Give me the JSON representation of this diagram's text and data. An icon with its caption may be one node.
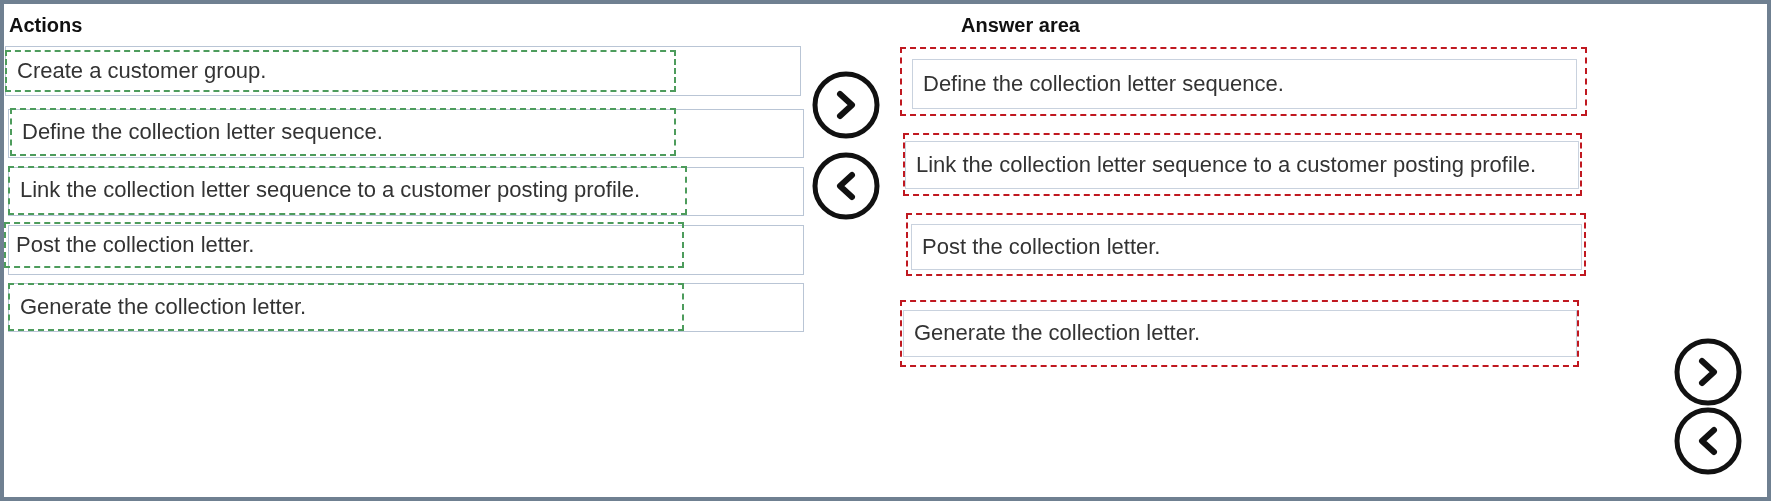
{
  "diagram": {
    "nodes": [
      {
        "text": [
          "Create a customer group."
        ]
      },
      {
        "text": [
          "Define the collection letter sequence."
        ]
      },
      {
        "text": [
          "Link the collection letter sequence to a customer posting profile."
        ]
      },
      {
        "text": [
          "Post the collection letter."
        ]
      },
      {
        "text": [
          "Generate the collection letter."
        ]
      },
      {
        "text": [
          "Define the collection letter sequence."
        ]
      },
      {
        "text": [
          "Link the collection letter sequence to a customer posting profile."
        ]
      },
      {
        "text": [
          "Post the collection letter."
        ]
      },
      {
        "text": [
          "Generate the collection letter."
        ]
      }
    ],
    "labels": [
      "Actions",
      "Answer area"
    ]
  }
}
